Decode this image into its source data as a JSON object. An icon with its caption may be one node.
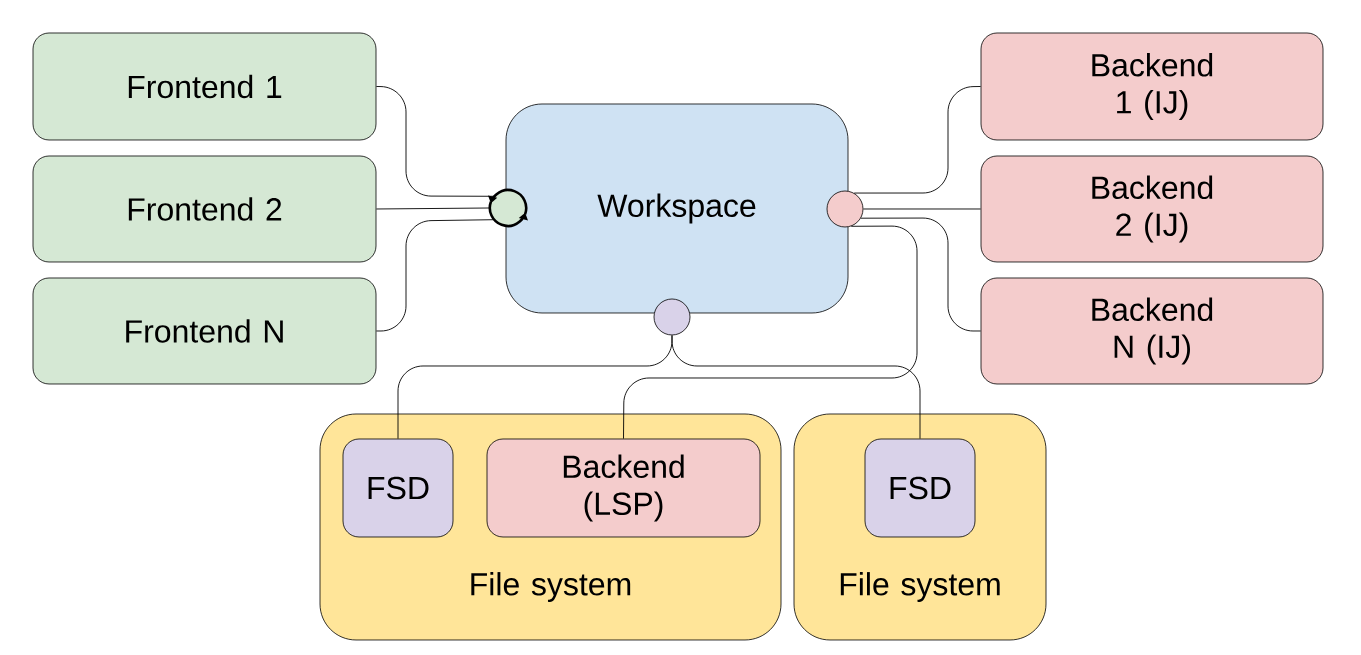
{
  "diagram": {
    "nodes": [
      {
        "text": [
          "Frontend 1"
        ]
      },
      {
        "text": [
          "Frontend 2"
        ]
      },
      {
        "text": [
          "Frontend N"
        ]
      },
      {
        "text": [
          "Workspace"
        ]
      },
      {
        "text": [],
        "shape": "circle"
      },
      {
        "text": [],
        "shape": "circle"
      },
      {
        "text": [],
        "shape": "circle"
      },
      {
        "text": [
          "Backend 1 (IJ)"
        ]
      },
      {
        "text": [
          "Backend 2 (IJ)"
        ]
      },
      {
        "text": [
          "Backend N (IJ)"
        ]
      },
      {
        "text": [
          "File system"
        ]
      },
      {
        "text": [
          "FSD"
        ],
        "in": 10
      },
      {
        "text": [
          "Backend (LSP)"
        ],
        "in": 10
      },
      {
        "text": [
          "File system"
        ]
      },
      {
        "text": [
          "FSD"
        ],
        "in": 13
      }
    ],
    "edges": [
      {
        "from": 0,
        "to": 4,
        "arrow": "none"
      },
      {
        "from": 1,
        "to": 4,
        "arrow": "none"
      },
      {
        "from": 2,
        "to": 4,
        "arrow": "none"
      },
      {
        "from": 5,
        "to": 7,
        "arrow": "none"
      },
      {
        "from": 5,
        "to": 8,
        "arrow": "none"
      },
      {
        "from": 5,
        "to": 9,
        "arrow": "none"
      },
      {
        "from": 5,
        "to": 12,
        "arrow": "none"
      },
      {
        "from": 6,
        "to": 11,
        "arrow": "none"
      },
      {
        "from": 6,
        "to": 14,
        "arrow": "none"
      }
    ]
  }
}
